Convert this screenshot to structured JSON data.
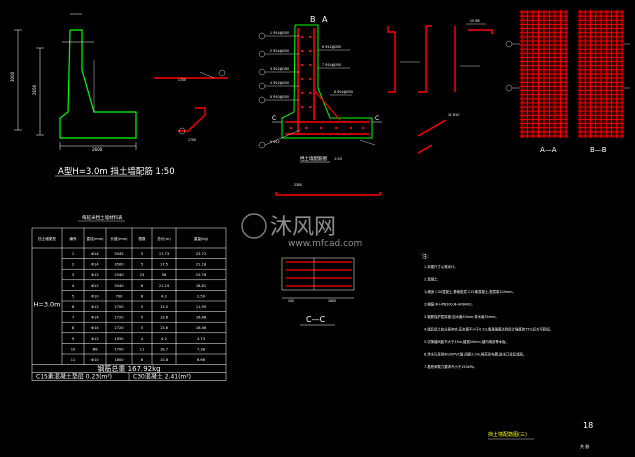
{
  "section_a_title": "A型H=3.0m 挡土墙配筋 1:50",
  "dim_left": "3000",
  "dim_right": "2650",
  "dim_base": "2600",
  "section_bb_label": "B",
  "section_a_label": "A",
  "section_c_label": "C",
  "rebar_detail_title": "挡土墙配筋图",
  "rebar_detail_scale": "1:50",
  "label_aa": "A—A",
  "label_bb": "B—B",
  "label_cc": "C—C",
  "material_table": {
    "title": "每延米挡土墙材料表",
    "headers": [
      "挡土墙类型",
      "编号",
      "直径(mm)",
      "长度(mm)",
      "根数",
      "总长(m)",
      "重量(kg)"
    ],
    "group_label": "H=3.0m",
    "rows": [
      [
        "1",
        "Φ14",
        "3545",
        "5",
        "17.73",
        "23.72"
      ],
      [
        "2",
        "Φ14",
        "3500",
        "5",
        "17.5",
        "21.18"
      ],
      [
        "3",
        "Φ12",
        "2540",
        "23",
        "58",
        "25.76"
      ],
      [
        "4",
        "Φ12",
        "3540",
        "6",
        "21.24",
        "18.81"
      ],
      [
        "5",
        "Φ10",
        "700",
        "6",
        "4.2",
        "2.59"
      ],
      [
        "6",
        "Φ12",
        "2700",
        "5",
        "13.5",
        "11.99"
      ],
      [
        "7",
        "Φ14",
        "2720",
        "5",
        "13.6",
        "16.46"
      ],
      [
        "8",
        "Φ14",
        "2720",
        "5",
        "13.6",
        "16.46"
      ],
      [
        "9",
        "Φ12",
        "1050",
        "4",
        "4.2",
        "3.73"
      ],
      [
        "10",
        "Φ8",
        "1700",
        "11",
        "18.7",
        "7.38"
      ],
      [
        "11",
        "Φ10",
        "1800",
        "6",
        "10.8",
        "6.66"
      ]
    ],
    "total_label": "钢筋总重 167.92kg",
    "concrete_c15": "C15素混凝土垫层 0.23(m³)",
    "concrete_c30": "C30混凝土 2.41(m³)"
  },
  "notes": {
    "title": "注:",
    "lines": [
      "1.本图尺寸以毫米计。",
      "2.混凝土:",
      "1)墙身 C30混凝土,基础垫层 C15素混凝土,垫层厚100mm。",
      "2)钢筋:Φ-HPB300,Φ-HRB400。",
      "3.钢筋保护层厚度:迎水面50mm,背水面35mm。",
      "4.墙后填土应分层夯实,压实度不小于0.93,墙身强度达到设计强度的75%后方可回填。",
      "5.沉降缝间距不大于15m,缝宽20mm,缝内填沥青木板。",
      "6.泄水孔采用Φ100PVC管,间距2.0m,梅花形布置,进水口设反滤层。",
      "7.基底承载力要求不小于150kPa。"
    ]
  },
  "sheet_title": "挡土墙配筋图(三)",
  "sheet_number": "18",
  "sheet_sub": "共 册",
  "watermark_cn": "沐风网",
  "watermark_url": "www.mfcad.com",
  "callout_labels": {
    "bar1": "1 Φ14@200",
    "bar2": "2 Φ14@200",
    "bar3": "3 Φ12@150",
    "bar4": "4 Φ12@200",
    "bar5": "5 Φ10@200",
    "bar6": "6 Φ12@200",
    "bar7": "7 Φ14@200",
    "bar8": "8 Φ14@200",
    "bar9": "9 Φ12",
    "bar10": "10 Φ8",
    "bar11": "11 Φ10"
  }
}
